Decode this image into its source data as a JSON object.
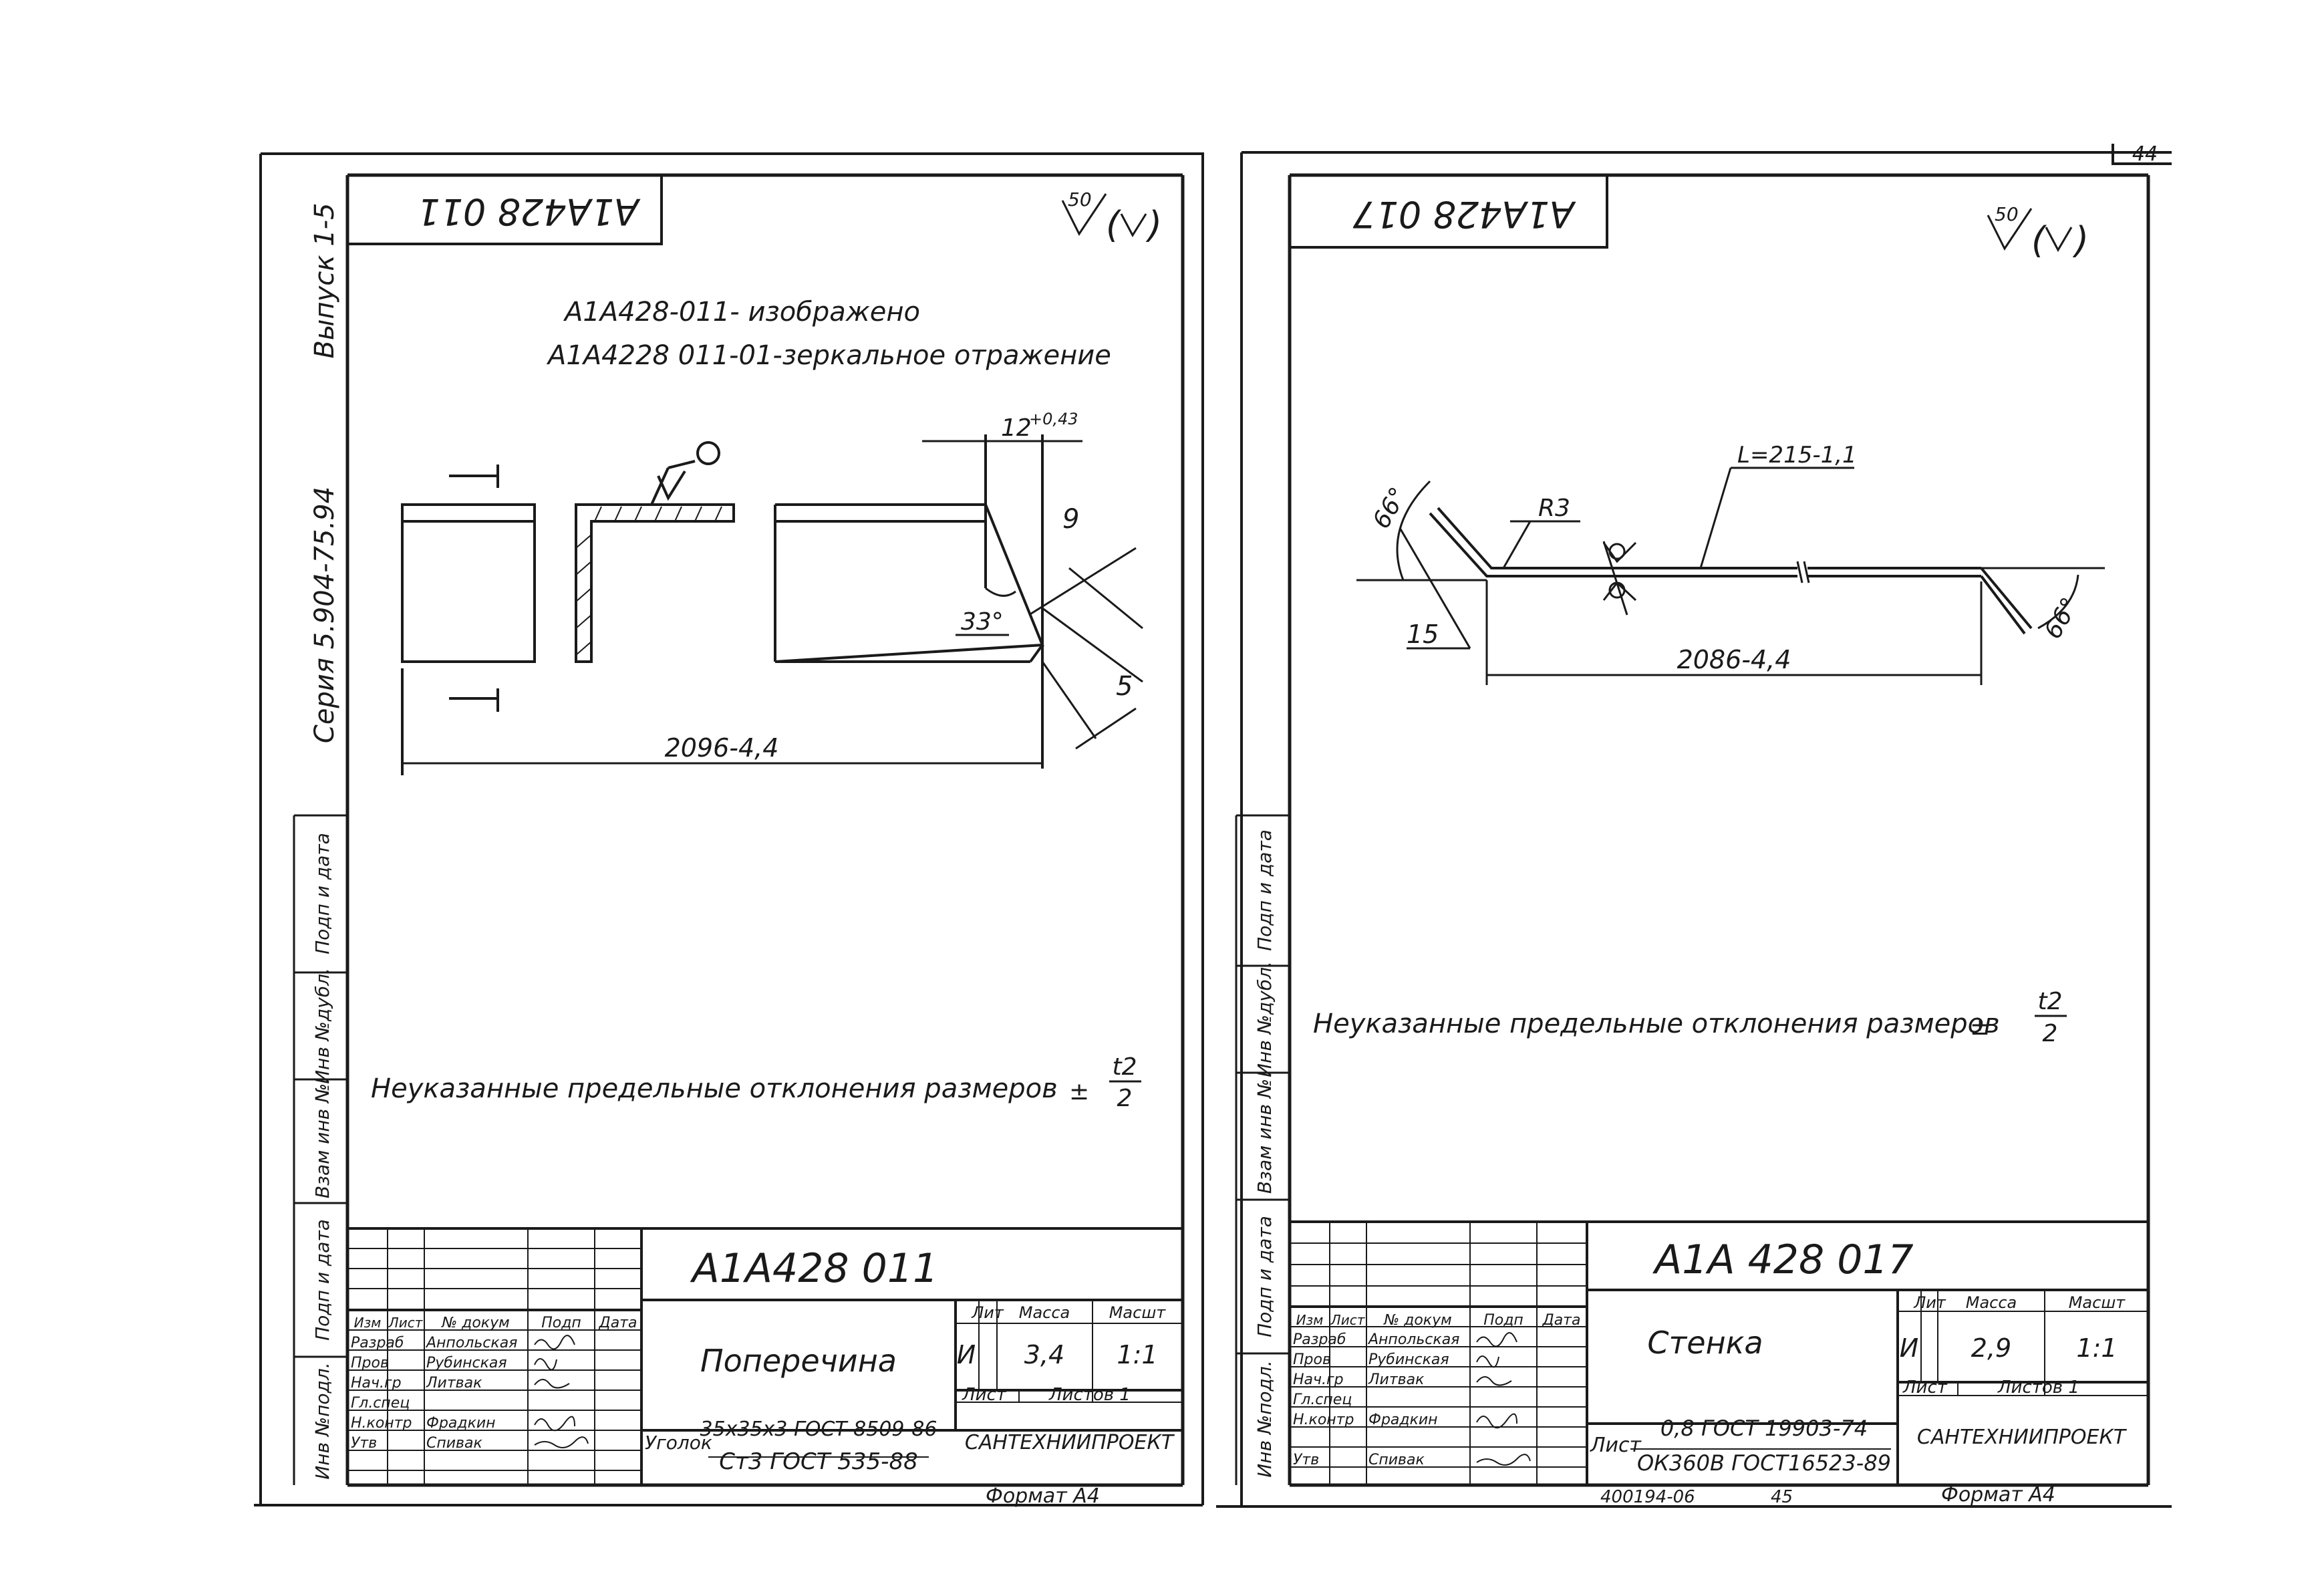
{
  "page_number": "44",
  "bottom_code": "400194-06",
  "bottom_page": "45",
  "sheets": [
    {
      "designation_mirror": "A1A428 011",
      "roughness": "50",
      "notes": [
        "A1A428-011- изображено",
        "A1A4228 011-01-зеркальное отражение"
      ],
      "dims": {
        "tol_top": "12",
        "tol_exp": "+0,43",
        "d9": "9",
        "d5": "5",
        "angle": "33°",
        "length": "2096-4,4"
      },
      "tolerance_note": "Неуказанные предельные отклонения размеров",
      "tol_sign": "±",
      "tol_num": "t2",
      "tol_den": "2",
      "side_series": "Серия  5.904-75.94",
      "side_issue": "Выпуск 1-5",
      "side_cells": [
        "Подп и дата",
        "Инв №дубл.",
        "Взам инв №",
        "Подп и дата",
        "Инв №подл."
      ],
      "designation": "A1A428 011",
      "name": "Поперечина",
      "lit_header": "Лит",
      "mass_header": "Масса",
      "scale_header": "Масшт",
      "lit": "И",
      "mass": "3,4",
      "scale": "1:1",
      "sheet_label": "Лист",
      "sheets_label": "Листов  1",
      "material_prefix": "Уголок",
      "material_top": "35х35х3 ГОСТ 8509-86",
      "material_bottom": "Ст3 ГОСТ 535-88",
      "org": "САНТЕХНИИПРОЕКТ",
      "format": "Формат  А4",
      "header_cells": [
        "Изм",
        "Лист",
        "№ докум",
        "Подп",
        "Дата"
      ],
      "roles": [
        {
          "role": "Разраб",
          "name": "Анпольская"
        },
        {
          "role": "Пров",
          "name": "Рубинская"
        },
        {
          "role": "Нач.гр",
          "name": "Литвак"
        },
        {
          "role": "Гл.спец",
          "name": ""
        },
        {
          "role": "Н.контр",
          "name": "Фрадкин"
        },
        {
          "role": "Утв",
          "name": "Спивак"
        }
      ]
    },
    {
      "designation_mirror": "A1A428 017",
      "roughness": "50",
      "dims": {
        "angle_left": "66°",
        "angle_right": "66°",
        "radius": "R3",
        "length_l": "L=215-1,1",
        "d15": "15",
        "length": "2086-4,4"
      },
      "tolerance_note": "Неуказанные предельные отклонения размеров",
      "tol_sign": "±",
      "tol_num": "t2",
      "tol_den": "2",
      "side_cells": [
        "Подп и дата",
        "Инв №дубл.",
        "Взам инв №",
        "Подп и дата",
        "Инв №подл."
      ],
      "designation": "A1A 428 017",
      "name": "Стенка",
      "lit_header": "Лит",
      "mass_header": "Масса",
      "scale_header": "Масшт",
      "lit": "И",
      "mass": "2,9",
      "scale": "1:1",
      "sheet_label": "Лист",
      "sheets_label": "Листов  1",
      "material_prefix": "Лист",
      "material_top": "0,8 ГОСТ 19903-74",
      "material_bottom": "ОК360В ГОСТ16523-89",
      "org": "САНТЕХНИИПРОЕКТ",
      "format": "Формат  А4",
      "header_cells": [
        "Изм",
        "Лист",
        "№ докум",
        "Подп",
        "Дата"
      ],
      "roles": [
        {
          "role": "Разраб",
          "name": "Анпольская"
        },
        {
          "role": "Пров",
          "name": "Рубинская"
        },
        {
          "role": "Нач.гр",
          "name": "Литвак"
        },
        {
          "role": "Гл.спец",
          "name": ""
        },
        {
          "role": "Н.контр",
          "name": "Фрадкин"
        },
        {
          "role": "Утв",
          "name": "Спивак"
        }
      ]
    }
  ]
}
